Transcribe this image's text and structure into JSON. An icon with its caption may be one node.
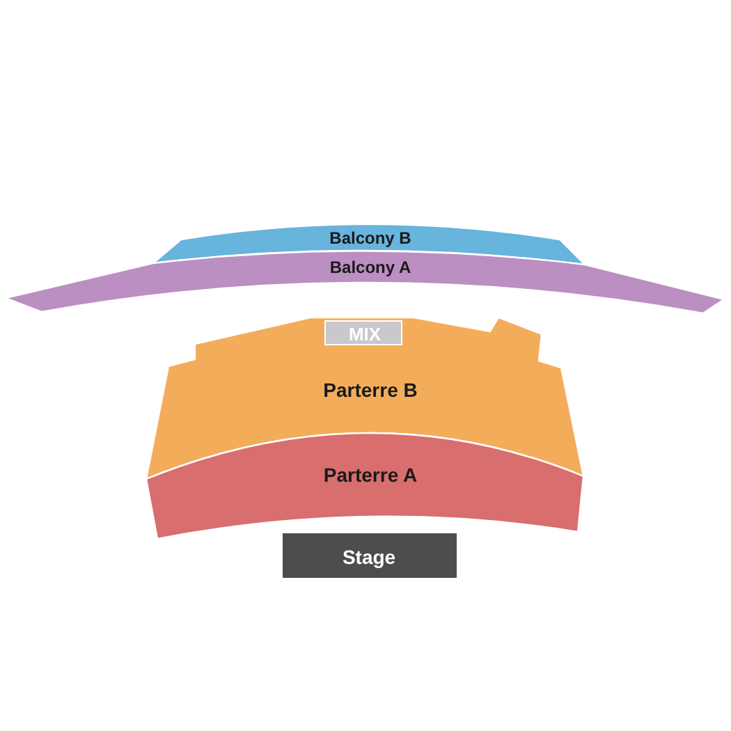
{
  "diagram": {
    "nodes": [
      {
        "text": [
          "Balcony B"
        ]
      },
      {
        "text": [
          "Balcony A"
        ]
      },
      {
        "text": [
          "Parterre B"
        ]
      },
      {
        "text": [
          "MIX"
        ],
        "in": 2
      },
      {
        "text": [
          "Parterre A"
        ]
      },
      {
        "text": [
          "Stage"
        ]
      }
    ]
  }
}
